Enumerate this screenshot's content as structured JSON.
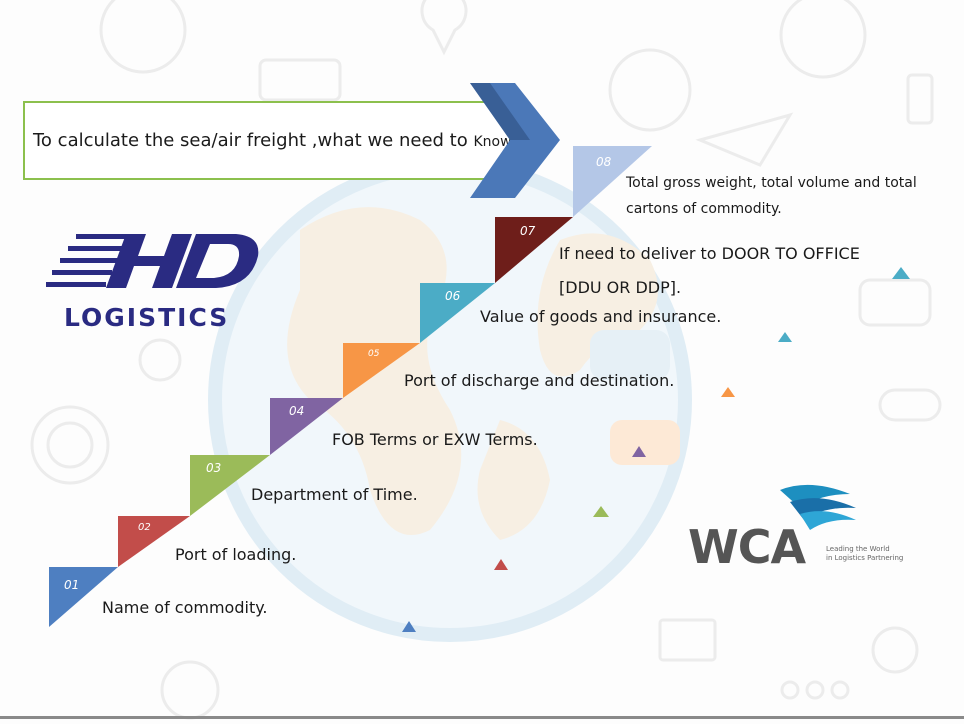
{
  "title": {
    "text_main": "To  calculate the sea/air freight ,what we need to ",
    "text_small": "Know"
  },
  "steps": [
    {
      "num": "01",
      "label": "Name of commodity.",
      "color": "#4e7fc1"
    },
    {
      "num": "02",
      "label": "Port of loading.",
      "color": "#c24d4a"
    },
    {
      "num": "03",
      "label": "Department of Time.",
      "color": "#9bbb59"
    },
    {
      "num": "04",
      "label": "FOB Terms or EXW Terms.",
      "color": "#8064a2"
    },
    {
      "num": "05",
      "label": "Port of discharge and destination.",
      "color": "#f79646"
    },
    {
      "num": "06",
      "label": "Value of goods and insurance.",
      "color": "#4bacc6"
    },
    {
      "num": "07",
      "label_line1": "If need to deliver to DOOR TO OFFICE",
      "label_line2": "[DDU OR DDP].",
      "color": "#6e1e1a"
    },
    {
      "num": "08",
      "label_line1": "Total gross weight, total volume and total",
      "label_line2": "cartons of commodity.",
      "color": "#b4c7e7"
    }
  ],
  "logo_hmd": {
    "text": "LOGISTICS",
    "color": "#2a2b82"
  },
  "logo_wca": {
    "text": "WCA",
    "tagline_1": "Leading the World",
    "tagline_2": "in Logistics Partnering"
  },
  "colors": {
    "title_border": "#8cc04d",
    "chevron": "#4b78b8",
    "chevron_dark": "#2c4a7a"
  }
}
